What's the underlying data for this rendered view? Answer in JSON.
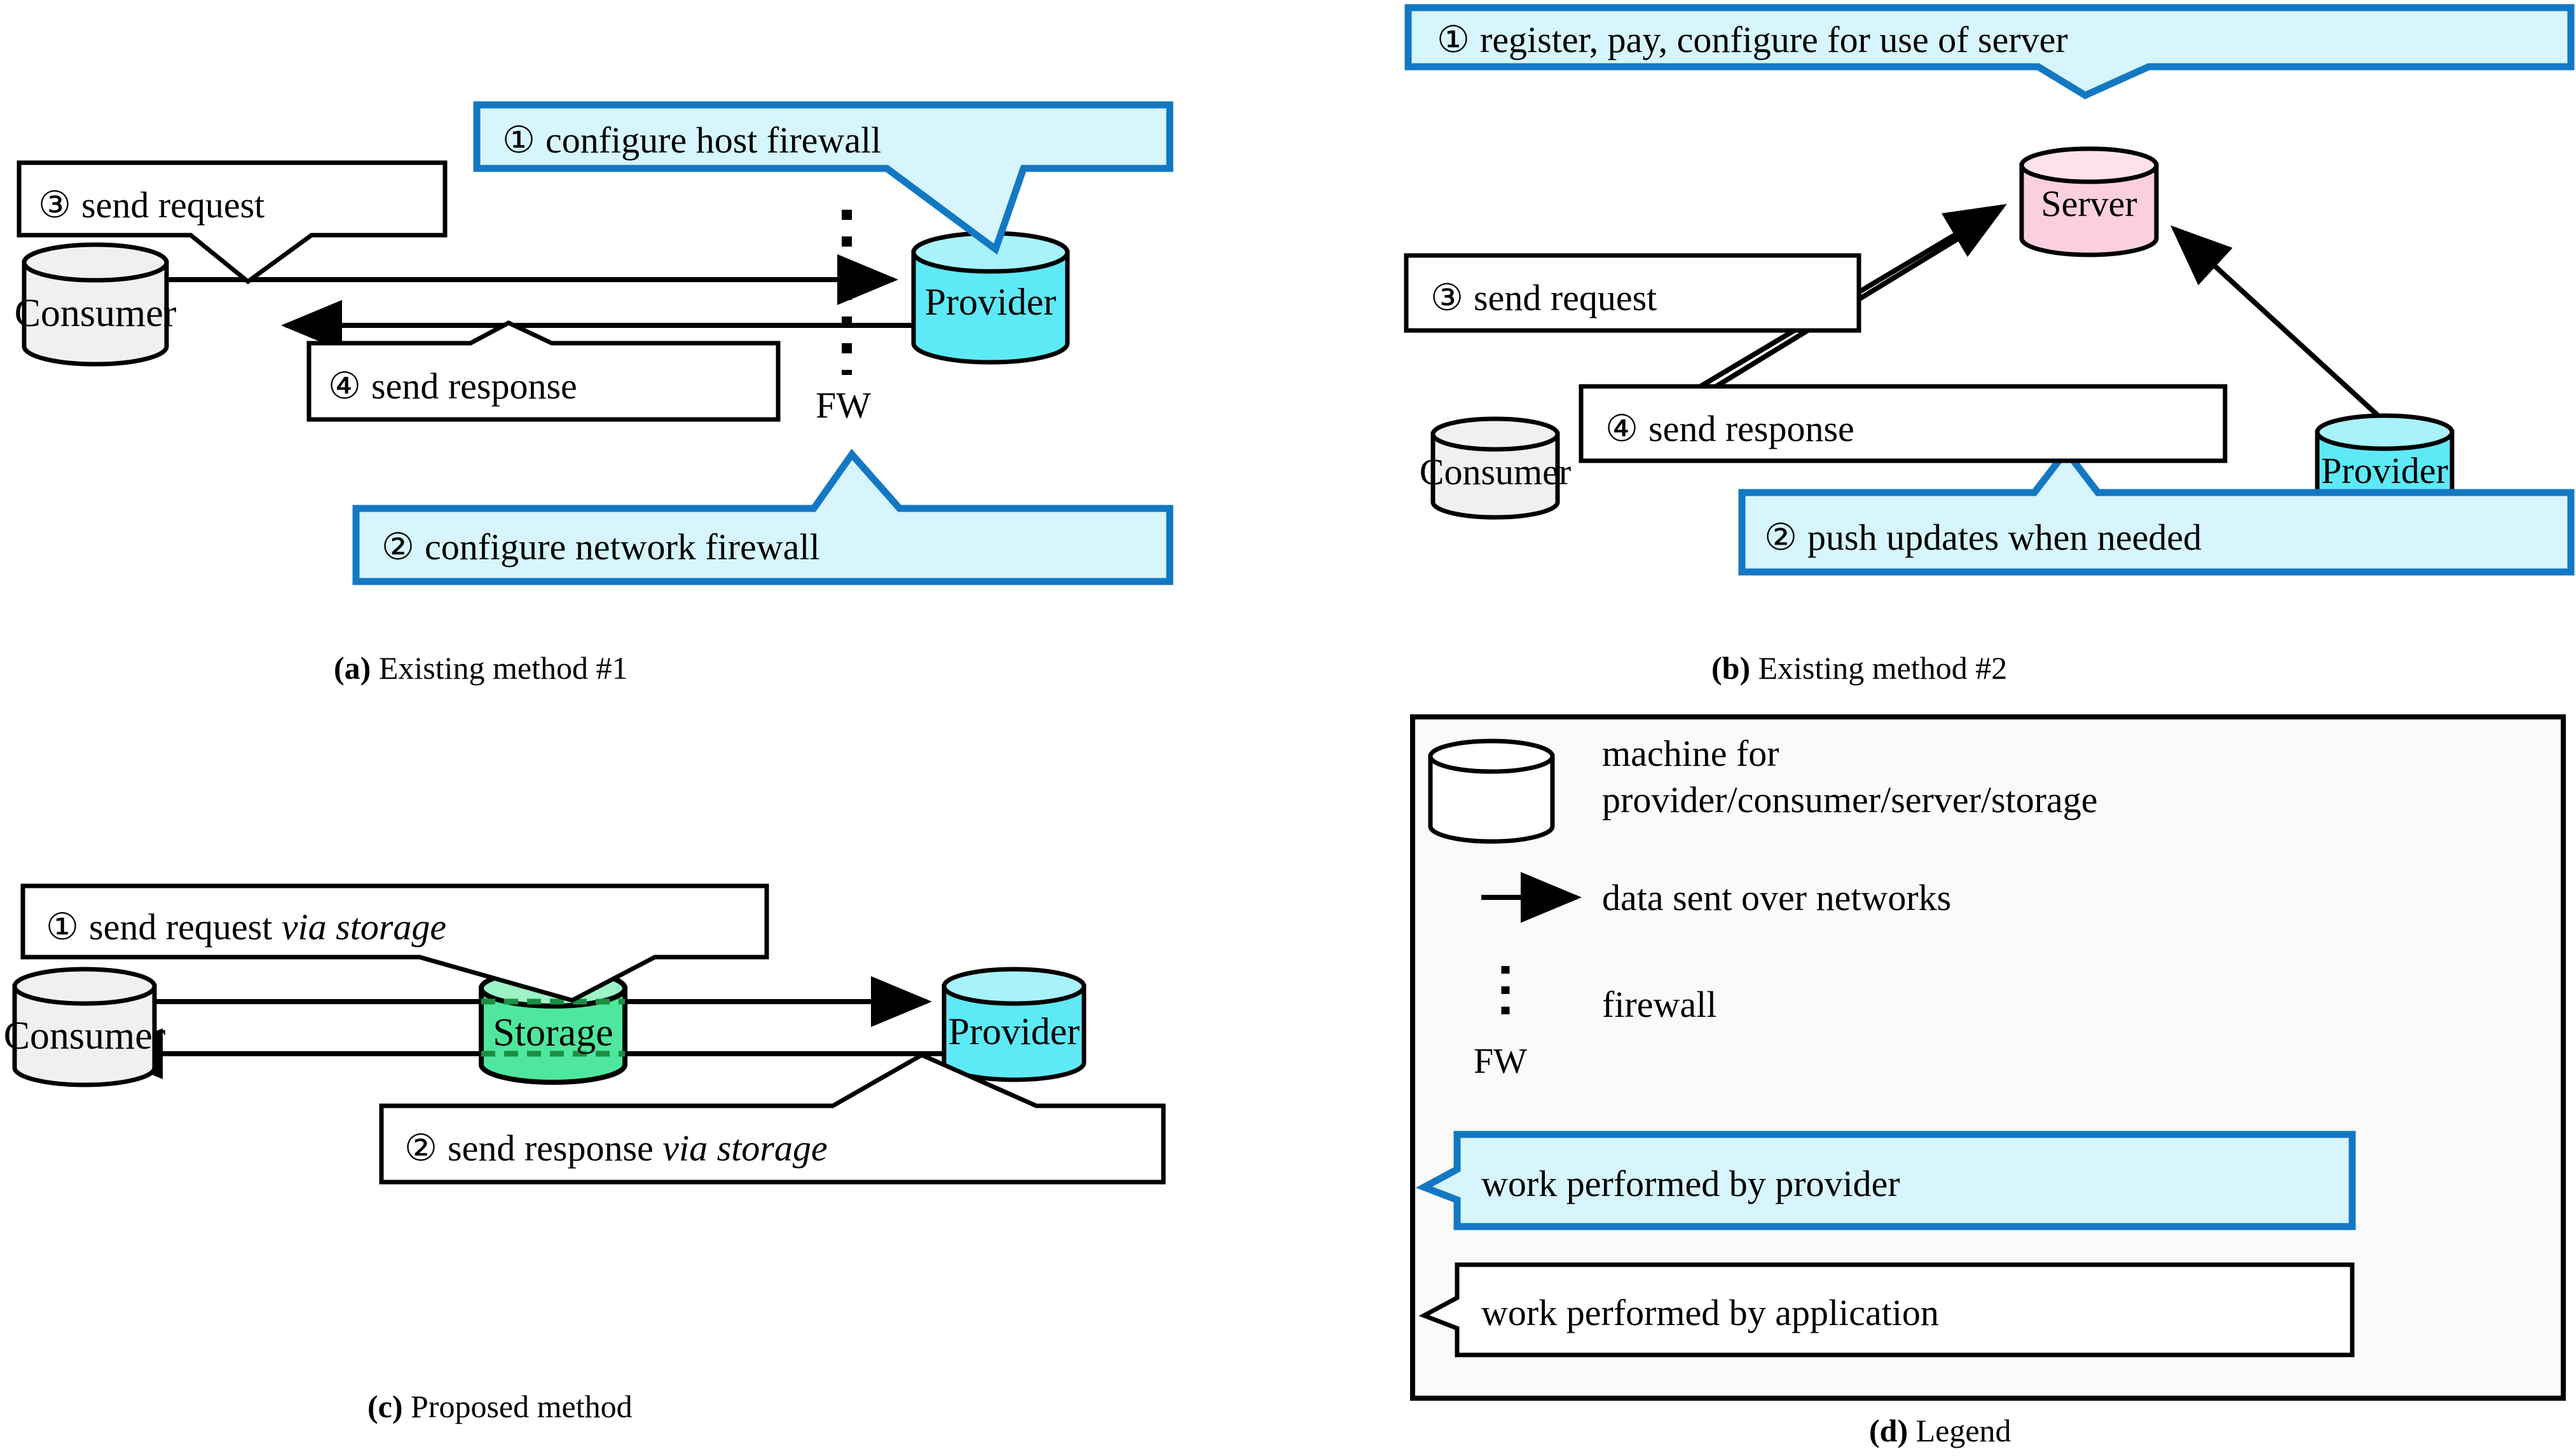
{
  "figure": {
    "kind": "four-panel technical diagram",
    "panels": [
      {
        "id": "a",
        "caption_marker": "(a)",
        "caption_text": " Existing method #1",
        "nodes": [
          {
            "name": "Consumer",
            "label": "Consumer",
            "shape": "cylinder",
            "color": "#f0f0f0"
          },
          {
            "name": "Provider",
            "label": "Provider",
            "shape": "cylinder",
            "color": "#5ee9f7"
          }
        ],
        "firewall_label": "FW",
        "callouts": [
          {
            "number": "①",
            "text": "configure host firewall",
            "style": "provider"
          },
          {
            "number": "②",
            "text": "configure network firewall",
            "style": "provider"
          },
          {
            "number": "③",
            "text": "send request",
            "style": "application"
          },
          {
            "number": "④",
            "text": "send response",
            "style": "application"
          }
        ]
      },
      {
        "id": "b",
        "caption_marker": "(b)",
        "caption_text": " Existing method #2",
        "nodes": [
          {
            "name": "Server",
            "label": "Server",
            "shape": "cylinder",
            "color": "#fccfe0"
          },
          {
            "name": "Consumer",
            "label": "Consumer",
            "shape": "cylinder",
            "color": "#f0f0f0"
          },
          {
            "name": "Provider",
            "label": "Provider",
            "shape": "cylinder",
            "color": "#5ee9f7"
          }
        ],
        "callouts": [
          {
            "number": "①",
            "text": "register, pay, configure for use of server",
            "style": "provider"
          },
          {
            "number": "②",
            "text": "push updates when needed",
            "style": "provider"
          },
          {
            "number": "③",
            "text": "send request",
            "style": "application"
          },
          {
            "number": "④",
            "text": "send response",
            "style": "application"
          }
        ]
      },
      {
        "id": "c",
        "caption_marker": "(c)",
        "caption_text": " Proposed method",
        "nodes": [
          {
            "name": "Consumer",
            "label": "Consumer",
            "shape": "cylinder",
            "color": "#f0f0f0"
          },
          {
            "name": "Storage",
            "label": "Storage",
            "shape": "cylinder",
            "color": "#4ee79d"
          },
          {
            "name": "Provider",
            "label": "Provider",
            "shape": "cylinder",
            "color": "#5ee9f7"
          }
        ],
        "callouts": [
          {
            "number": "①",
            "text": "send request ",
            "emph": "via storage",
            "style": "application"
          },
          {
            "number": "②",
            "text": "send response ",
            "emph": "via storage",
            "style": "application"
          }
        ]
      },
      {
        "id": "d",
        "caption_marker": "(d)",
        "caption_text": " Legend",
        "entries": [
          {
            "icon": "cylinder-icon",
            "line1": "machine for",
            "line2": "provider/consumer/server/storage"
          },
          {
            "icon": "arrow-icon",
            "line1": "data sent over networks"
          },
          {
            "icon": "firewall-icon",
            "line1": "firewall",
            "sub": "FW"
          },
          {
            "icon": "callout-blue-icon",
            "line1": "work performed by provider"
          },
          {
            "icon": "callout-white-icon",
            "line1": "work performed by application"
          }
        ]
      }
    ],
    "colors": {
      "callout_provider_fill": "#d6f5fc",
      "callout_provider_stroke": "#1378c4",
      "callout_app_fill": "#ffffff",
      "callout_app_stroke": "#000000",
      "cylinder_consumer": "#f0f0f0",
      "cylinder_provider": "#5ee9f7",
      "cylinder_provider_top": "#a8f2fb",
      "cylinder_server": "#fccfe0",
      "cylinder_server_top": "#fde2ee",
      "cylinder_storage": "#4ee79d",
      "cylinder_storage_top": "#9cf3c6",
      "storage_dashline": "#1c8f43",
      "legend_bg": "#fafafa",
      "stroke": "#000000"
    }
  }
}
